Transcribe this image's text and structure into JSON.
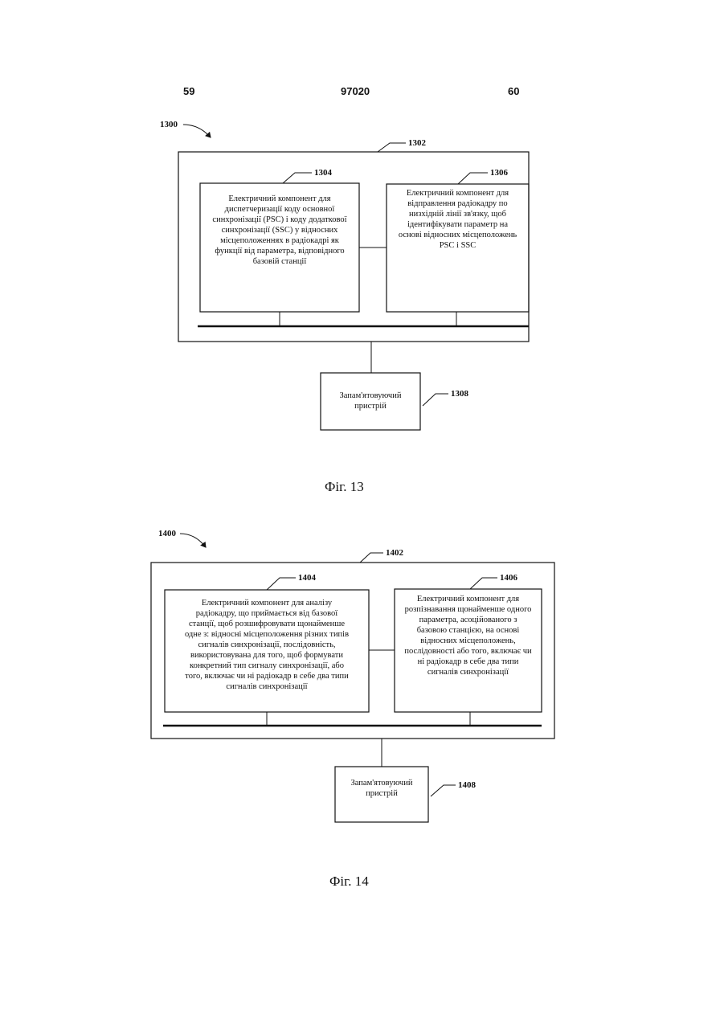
{
  "header": {
    "left": "59",
    "center": "97020",
    "right": "60"
  },
  "fig13": {
    "ref_outer": "1300",
    "ref_frame": "1302",
    "ref_left": "1304",
    "ref_right": "1306",
    "ref_mem": "1308",
    "left_text": "Електричний компонент для\nдиспетчеризації коду основної\nсинхронізації (PSC) і коду додаткової\nсинхронізації (SSC) у відносних\nмісцеположеннях в радіокадрі як\nфункції від параметра, відповідного\nбазовій станції",
    "right_text": "Електричний компонент для\nвідправлення радіокадру по\nнизхідній лінії зв'язку, щоб\nідентифікувати параметр на\nоснові відносних місцеположень\nPSC і SSC",
    "mem_text": "Запам'ятовуючий\nпристрій",
    "caption": "Фіг. 13"
  },
  "fig14": {
    "ref_outer": "1400",
    "ref_frame": "1402",
    "ref_left": "1404",
    "ref_right": "1406",
    "ref_mem": "1408",
    "left_text": "Електричний компонент для аналізу\nрадіокадру, що приймається від базової\nстанції, щоб розшифровувати щонайменше\nодне з: відносні місцеположення різних типів\nсигналів синхронізації, послідовність,\nвикористовувана для того, щоб формувати\nконкретний тип сигналу синхронізації, або\nтого, включає чи ні радіокадр в себе два типи\nсигналів синхронізації",
    "right_text": "Електричний компонент для\nрозпізнавання щонайменше одного\nпараметра, асоційованого з\nбазовою станцією, на основі\nвідносних місцеположень,\nпослідовності або того, включає чи\nні радіокадр в себе два типи\nсигналів синхронізації",
    "mem_text": "Запам'ятовуючий\nпристрій",
    "caption": "Фіг. 14"
  }
}
